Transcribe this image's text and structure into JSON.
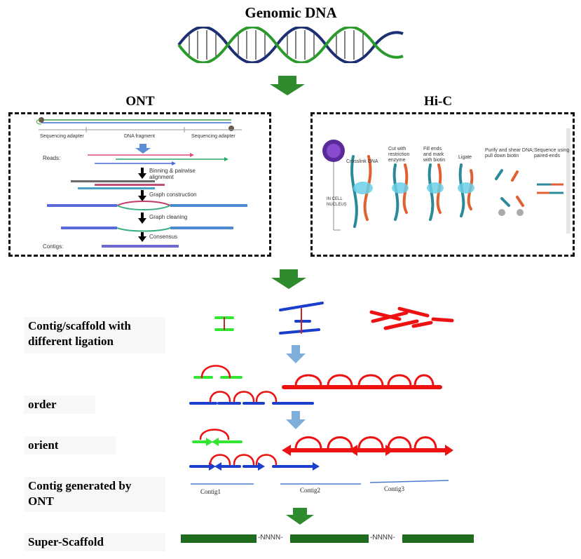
{
  "title": "Genomic DNA",
  "panels": {
    "ont": {
      "title": "ONT",
      "adapter_left": "Sequencing adapter",
      "fragment": "DNA fragment",
      "adapter_right": "Sequencing adapter",
      "reads": "Reads:",
      "step1_a": "Binning & pairwise",
      "step1_b": "alignment",
      "step2": "Graph construction",
      "step3": "Graph cleaning",
      "step4": "Consensus",
      "contigs": "Contigs:"
    },
    "hic": {
      "title": "Hi-C",
      "in_cell_a": "IN CELL",
      "in_cell_b": "NUCLEUS",
      "crosslink": "Crosslink DNA",
      "cut_a": "Cut with",
      "cut_b": "restriction",
      "cut_c": "enzyme",
      "fill_a": "Fill ends",
      "fill_b": "and mark",
      "fill_c": "with biotin",
      "ligate": "Ligate",
      "purify_a": "Purify and shear DNA;",
      "purify_b": "pull down biotin",
      "seq_a": "Sequence using",
      "seq_b": "paired-ends"
    }
  },
  "steps": {
    "contig_scaffold_a": "Contig/scaffold with",
    "contig_scaffold_b": "different ligation",
    "order": "order",
    "orient": "orient",
    "contig_ont_a": "Contig generated by",
    "contig_ont_b": "ONT",
    "super_scaffold": "Super-Scaffold"
  },
  "contig_labels": [
    "Contig1",
    "Contig2",
    "Contig3"
  ],
  "gap_label": "NNNN",
  "colors": {
    "green_arrow": "#2e8b2e",
    "blue_arrow": "#7faedb",
    "green_contig": "#33e633",
    "blue_contig": "#1a3fcc",
    "red_contig": "#ee1111",
    "scaffold": "#1e6b1e",
    "dna_green": "#2a9a2a",
    "dna_blue": "#1c2f73"
  }
}
